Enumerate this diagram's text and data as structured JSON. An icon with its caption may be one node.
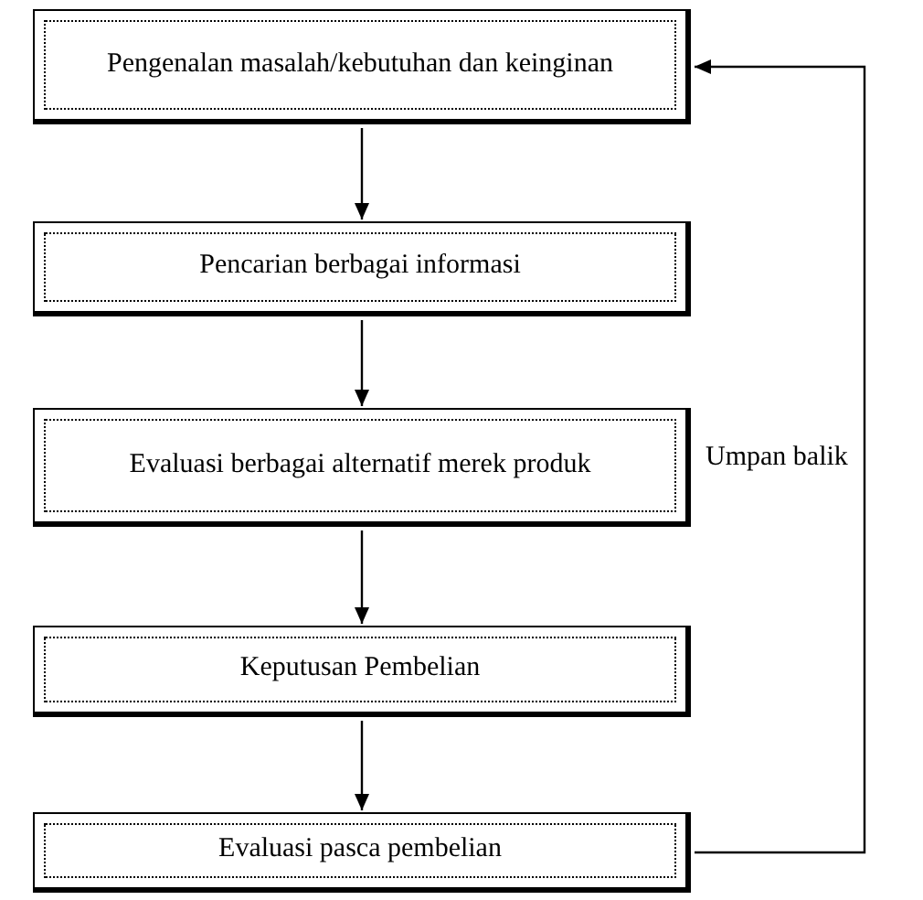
{
  "diagram": {
    "nodes": [
      {
        "text": [
          "Pengenalan masalah/kebutuhan dan keinginan"
        ]
      },
      {
        "text": [
          "Pencarian berbagai informasi"
        ]
      },
      {
        "text": [
          "Evaluasi berbagai alternatif merek produk"
        ]
      },
      {
        "text": [
          "Keputusan Pembelian"
        ]
      },
      {
        "text": [
          "Evaluasi pasca pembelian"
        ]
      }
    ],
    "edges": [
      {
        "from": 0,
        "to": 1,
        "arrow": "to"
      },
      {
        "from": 1,
        "to": 2,
        "arrow": "to"
      },
      {
        "from": 2,
        "to": 3,
        "arrow": "to"
      },
      {
        "from": 3,
        "to": 4,
        "arrow": "to"
      },
      {
        "from": 4,
        "to": 0,
        "arrow": "to",
        "label": "Umpan balik"
      }
    ]
  }
}
